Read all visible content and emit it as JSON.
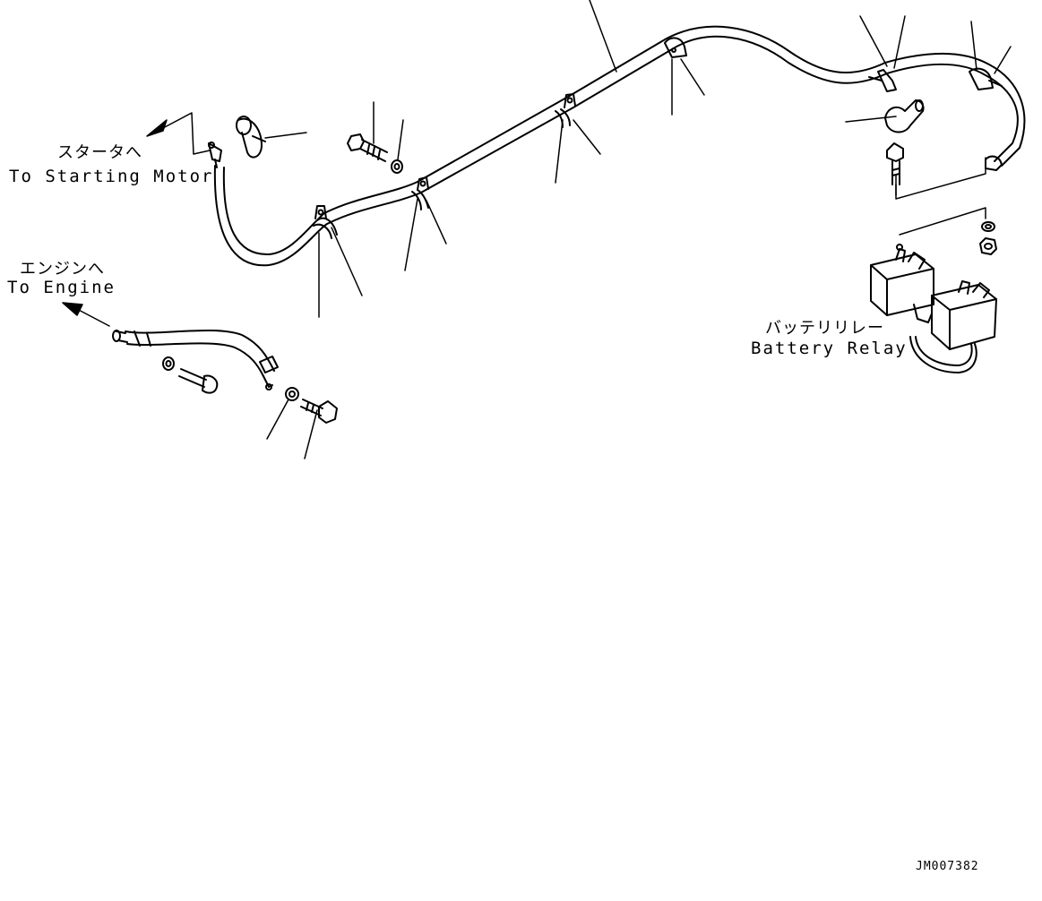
{
  "labels": {
    "starter": {
      "jp": "スタータへ",
      "en": "To Starting Motor"
    },
    "engine": {
      "jp": "エンジンへ",
      "en": "To Engine"
    },
    "relay": {
      "jp": "バッテリリレー",
      "en": "Battery Relay"
    },
    "drawing_code": "JM007382"
  },
  "colors": {
    "line": "#000000",
    "background": "#ffffff"
  },
  "icons": [
    "starter-direction-arrow",
    "engine-direction-arrow",
    "cable-clamp",
    "bolt",
    "washer",
    "nut",
    "terminal-cover",
    "battery-relay"
  ]
}
